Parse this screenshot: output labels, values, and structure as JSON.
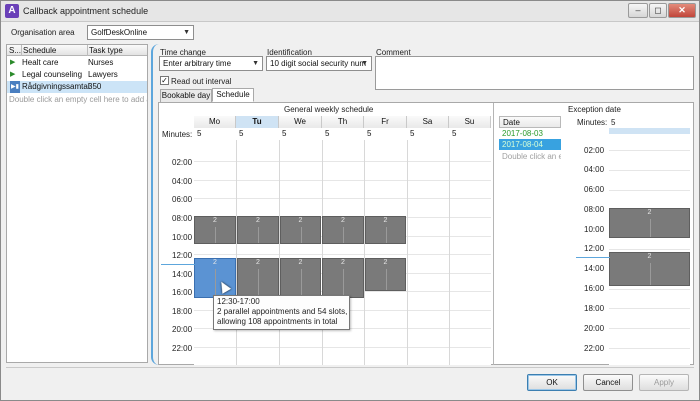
{
  "window": {
    "title": "Callback appointment schedule",
    "app_icon": "A",
    "controls": [
      "‒",
      "◻",
      "✕"
    ]
  },
  "org_area": {
    "label": "Organisation area",
    "value": "GolfDeskOnline"
  },
  "left_table": {
    "headers": [
      "S...",
      "Schedule",
      "Task type"
    ],
    "rows": [
      {
        "status": "▶",
        "schedule": "Healt care",
        "task_type": "Nurses"
      },
      {
        "status": "▶",
        "schedule": "Legal counseling",
        "task_type": "Lawyers"
      },
      {
        "status": "▶▮",
        "schedule": "Rådgivningssamtal",
        "task_type": "350"
      }
    ],
    "hint": "Double click an empty cell here to add a ne"
  },
  "time_change": {
    "label": "Time change",
    "value": "Enter arbitrary time"
  },
  "identification": {
    "label": "Identification",
    "value": "10 digit social security num"
  },
  "comment": {
    "label": "Comment",
    "value": ""
  },
  "read_out": {
    "label": "Read out interval",
    "checked": "✓"
  },
  "tabs": [
    "Bookable day",
    "Schedule"
  ],
  "weekly": {
    "title": "General weekly schedule",
    "days": [
      "Mo",
      "Tu",
      "We",
      "Th",
      "Fr",
      "Sa",
      "Su"
    ],
    "minutes_label": "Minutes:",
    "minutes": [
      "5",
      "5",
      "5",
      "5",
      "5",
      "5",
      "5"
    ],
    "times": [
      "02:00",
      "04:00",
      "06:00",
      "08:00",
      "10:00",
      "12:00",
      "14:00",
      "16:00",
      "18:00",
      "20:00",
      "22:00"
    ],
    "block_label": "2",
    "tooltip": [
      "12:30-17:00",
      "2 parallel appointments and 54 slots,",
      "allowing 108 appointments in total"
    ]
  },
  "exception": {
    "title": "Exception date",
    "date_header": "Date",
    "dates": [
      "2017-08-03",
      "2017-08-04"
    ],
    "hint": "Double click an em",
    "minutes_label": "Minutes:",
    "minutes": "5",
    "times": [
      "02:00",
      "04:00",
      "06:00",
      "08:00",
      "10:00",
      "12:00",
      "14:00",
      "16:00",
      "18:00",
      "20:00",
      "22:00"
    ],
    "block_label": "2"
  },
  "buttons": {
    "ok": "OK",
    "cancel": "Cancel",
    "apply": "Apply"
  },
  "colors": {
    "accent": "#5da6dc",
    "block": "#7a7a7a",
    "selected_block": "#5b93d3",
    "date_green": "#2a9a2a"
  }
}
